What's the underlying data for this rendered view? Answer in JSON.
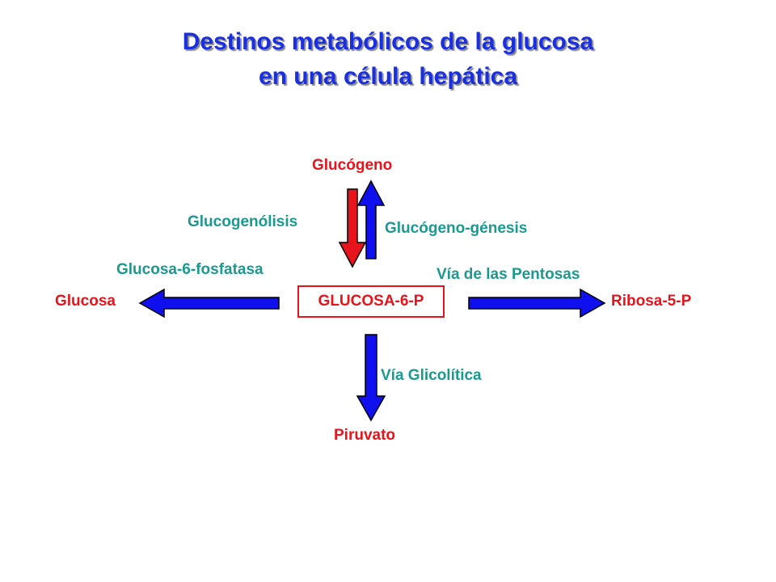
{
  "title": {
    "line1": "Destinos metabólicos de la glucosa",
    "line2": "en una célula hepática"
  },
  "nodes": {
    "center": "GLUCOSA-6-P",
    "top": "Glucógeno",
    "left": "Glucosa",
    "right": "Ribosa-5-P",
    "bottom": "Piruvato"
  },
  "pathways": {
    "glycogenolysis": "Glucogenólisis",
    "glycogenesis": "Glucógeno-génesis",
    "phosphatase": "Glucosa-6-fosfatasa",
    "pentose": "Vía de las Pentosas",
    "glycolysis": "Vía Glicolítica"
  },
  "colors": {
    "title": "#1a2fe0",
    "node": "#e8141b",
    "pathway": "#1a9a8f",
    "arrow_blue": "#1010ee",
    "arrow_red": "#e8141b"
  }
}
